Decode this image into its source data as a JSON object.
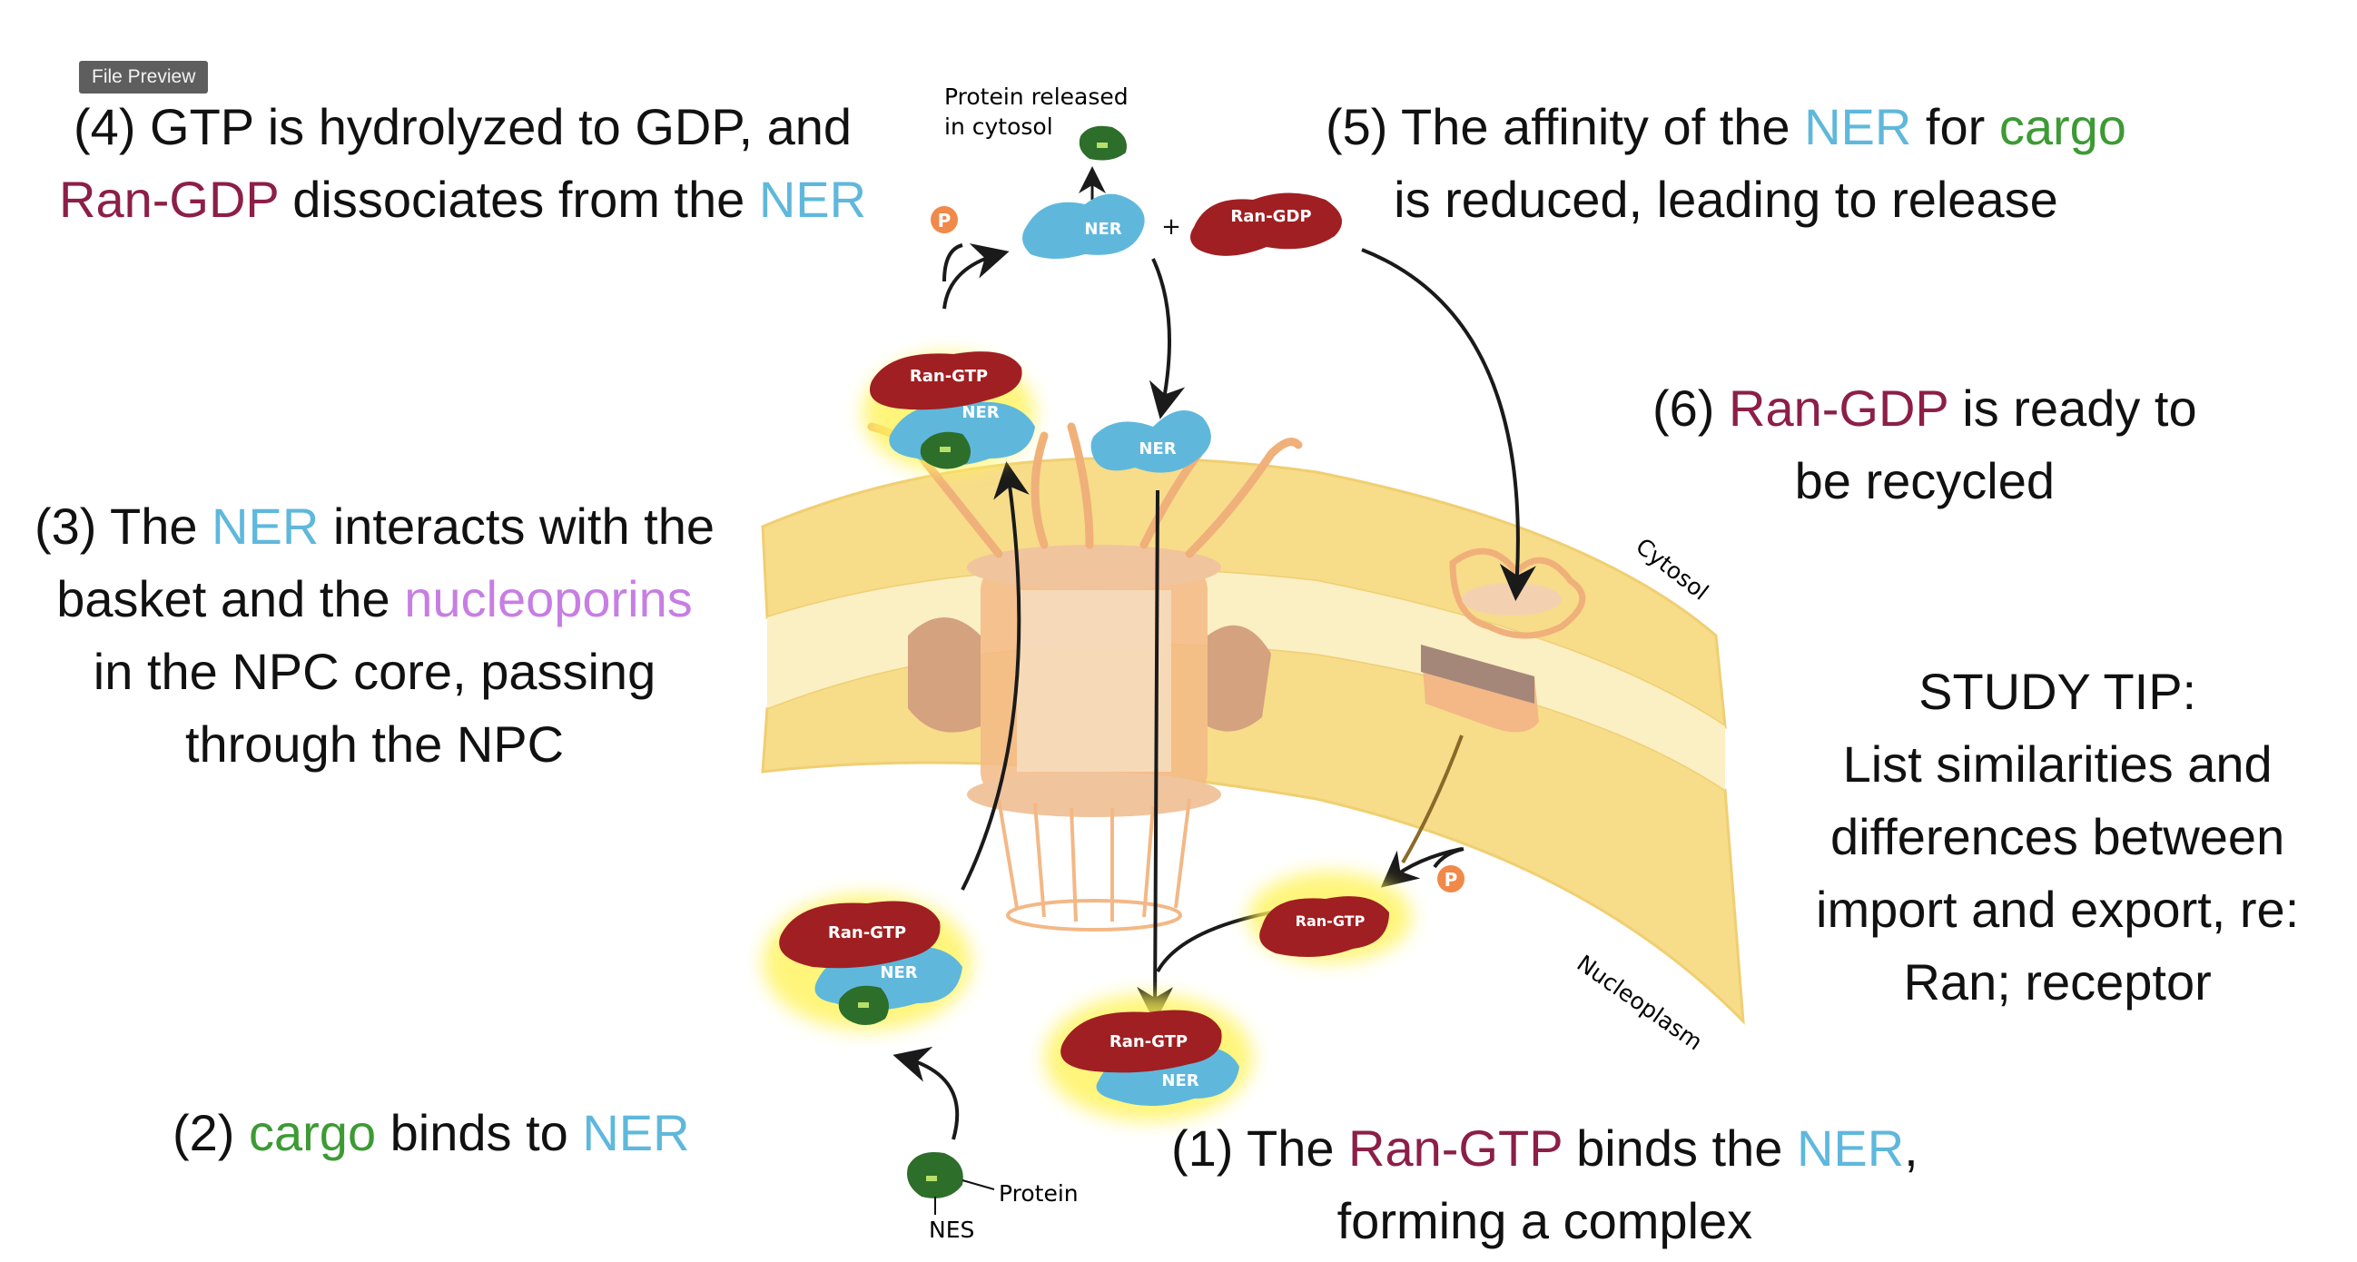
{
  "window": {
    "badge_label": "File Preview"
  },
  "steps": {
    "s1": {
      "prefix": "(1) The ",
      "ran": "Ran-GTP",
      "mid": " binds the ",
      "ner": "NER",
      "end": ",",
      "line2": "forming  a complex"
    },
    "s2": {
      "prefix": "(2) ",
      "cargo": "cargo",
      "mid": " binds to ",
      "ner": "NER"
    },
    "s3": {
      "prefix": "(3) The ",
      "ner": "NER",
      "mid": " interacts with the",
      "line2a": "basket and the ",
      "nup": "nucleoporins",
      "line3": "in the NPC core, passing",
      "line4": "through the NPC"
    },
    "s4": {
      "line1": "(4) GTP is hydrolyzed to GDP, and",
      "ran": "Ran-GDP",
      "mid": " dissociates from the ",
      "ner": "NER"
    },
    "s5": {
      "prefix": "(5) The affinity of the ",
      "ner": "NER",
      "mid": " for ",
      "cargo": "cargo",
      "line2": "is reduced, leading to release"
    },
    "s6": {
      "prefix": "(6) ",
      "ran": "Ran-GDP",
      "mid": " is ready to",
      "line2": "be recycled"
    }
  },
  "study_tip": {
    "title": "STUDY TIP:",
    "lines": [
      "List similarities and",
      "differences between",
      "import and export, re:",
      "Ran; receptor"
    ]
  },
  "labels": {
    "protein_released_1": "Protein released",
    "protein_released_2": "in cytosol",
    "cytosol": "Cytosol",
    "nucleoplasm": "Nucleoplasm",
    "protein": "Protein",
    "nes": "NES",
    "plus": "+",
    "p": "P"
  },
  "blobs": {
    "ran_gtp": "Ran-GTP",
    "ran_gdp": "Ran-GDP",
    "ner": "NER"
  },
  "colors": {
    "ner": "#5fb8dc",
    "cargo": "#3d9a34",
    "ran": "#8c1f47",
    "nucleoporin": "#c77ee3",
    "membrane": "#f7dc8a",
    "npc": "#f3b886"
  }
}
